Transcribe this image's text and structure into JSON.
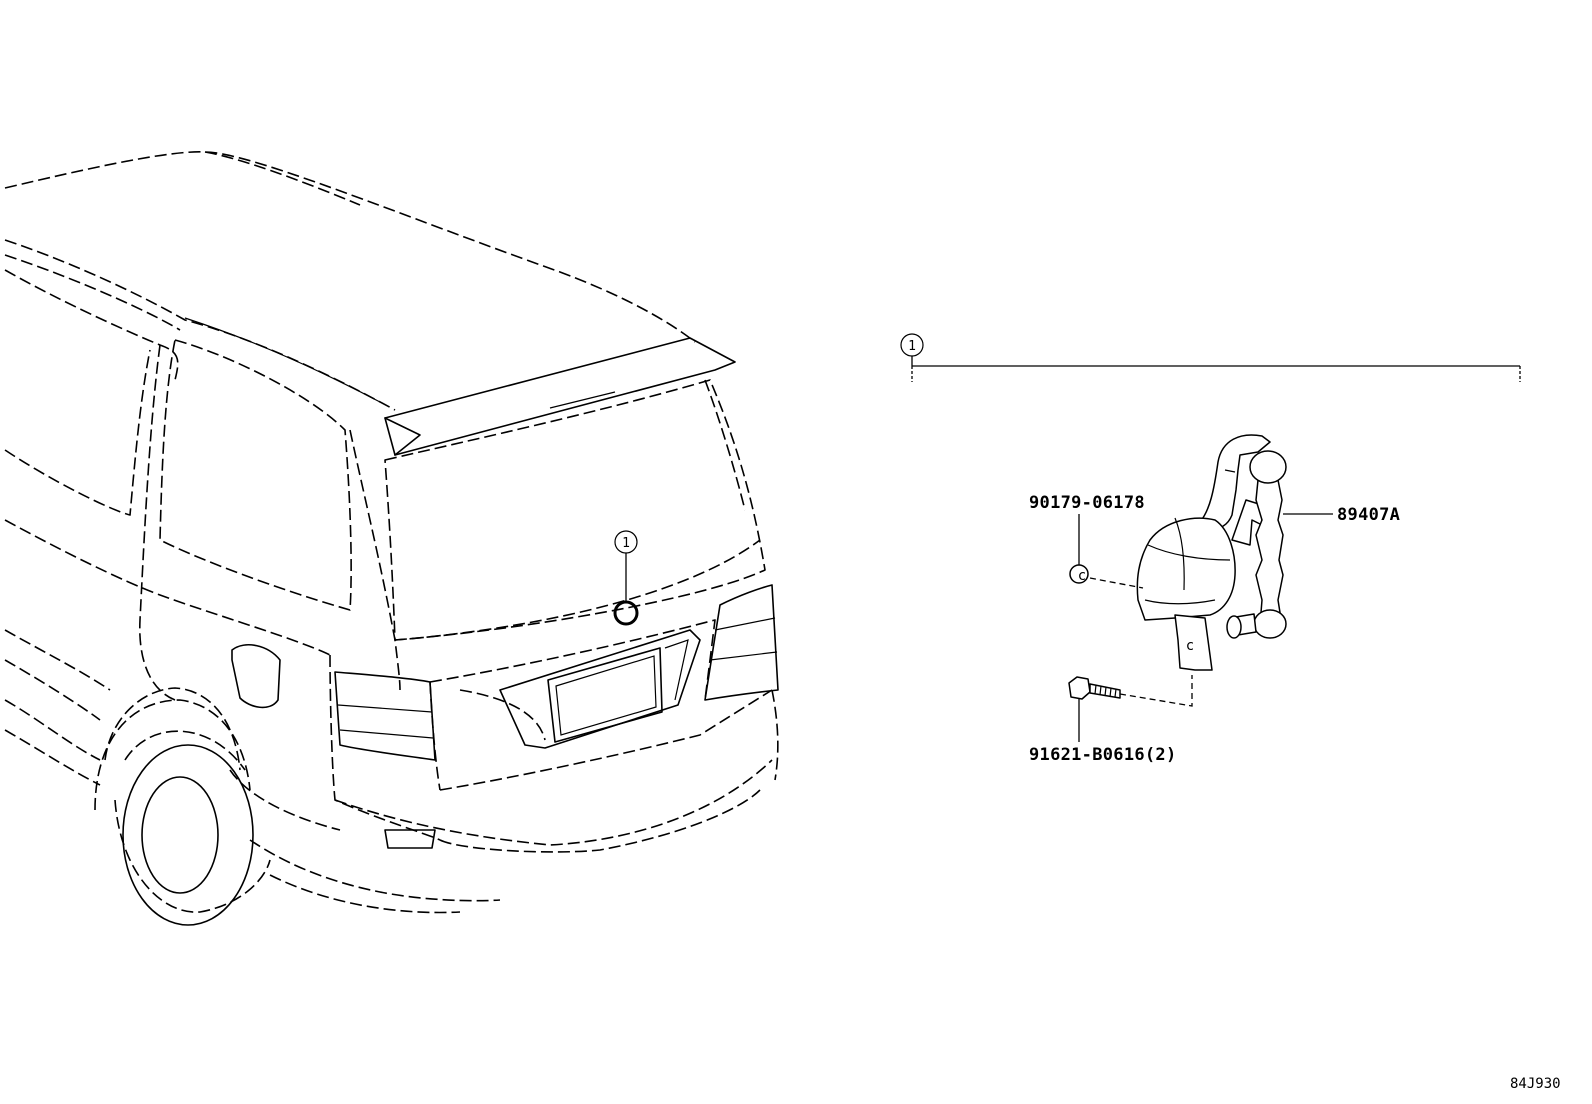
{
  "callouts": {
    "ref_group": "1",
    "ref_vehicle": "1"
  },
  "parts": {
    "nut": "90179-06178",
    "sensor": "89407A",
    "bolt": "91621-B0616(2)"
  },
  "nut_marker": "c",
  "bracket_marker": "c",
  "diagram_code": "84J930"
}
